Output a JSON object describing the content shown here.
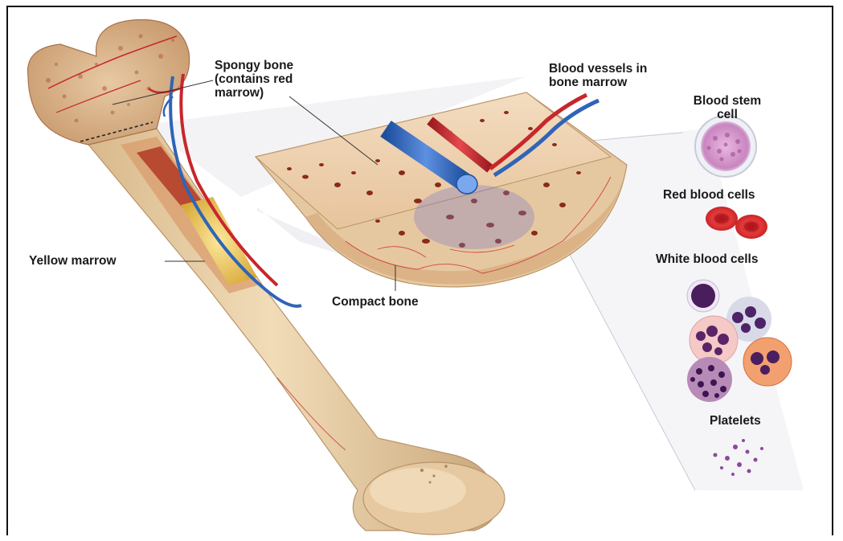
{
  "labels": {
    "spongy_bone": "Spongy bone\n(contains red\nmarrow)",
    "blood_vessels": "Blood vessels in\nbone marrow",
    "blood_stem_cell": "Blood stem\ncell",
    "red_blood_cells": "Red blood cells",
    "white_blood_cells": "White blood cells",
    "platelets": "Platelets",
    "yellow_marrow": "Yellow marrow",
    "compact_bone": "Compact bone"
  },
  "colors": {
    "bone": "#e8cfa6",
    "bone_shadow": "#c9a77a",
    "artery": "#c8262c",
    "vein": "#2f64b8",
    "marrow_red": "#9a3320",
    "yellow_marrow": "#e9c24a",
    "stem_cell": "#d7a2cf",
    "rbc": "#d8262a",
    "wbc_purple": "#5a2a6a",
    "platelet": "#8a4a9a"
  }
}
